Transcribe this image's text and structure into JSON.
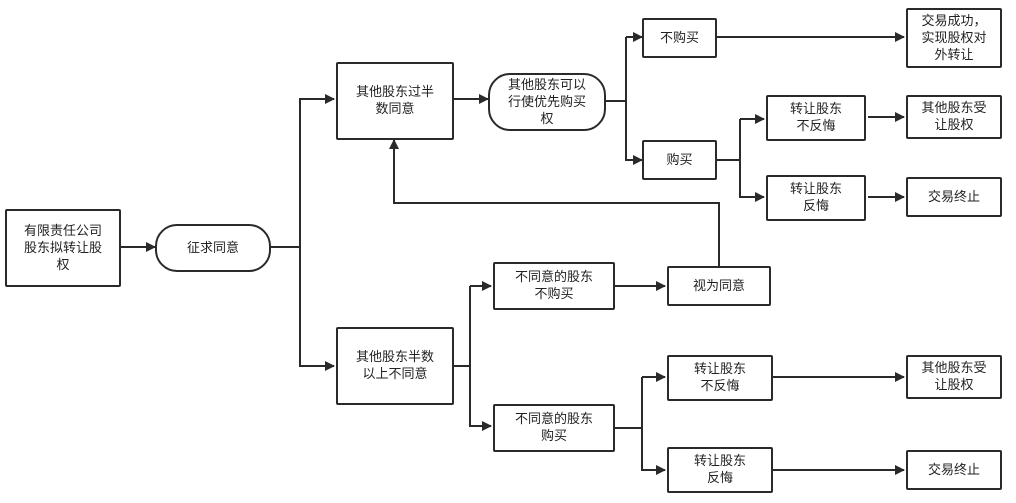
{
  "nodes": {
    "start": "有限责任公司\n股东拟转让股\n权",
    "consult": "征求同意",
    "majority_agree": "其他股东过半\n数同意",
    "preemptive": "其他股东可以\n行使优先购买\n权",
    "not_buy": "不购买",
    "buy": "购买",
    "success": "交易成功，\n实现股权对\n外转让",
    "no_regret_1": "转让股东\n不反悔",
    "regret_1": "转让股东\n反悔",
    "transfer_1": "其他股东受\n让股权",
    "terminate_1": "交易终止",
    "majority_disagree": "其他股东半数\n以上不同意",
    "dissent_not_buy": "不同意的股东\n不购买",
    "deemed_agree": "视为同意",
    "dissent_buy": "不同意的股东\n购买",
    "no_regret_2": "转让股东\n不反悔",
    "regret_2": "转让股东\n反悔",
    "transfer_2": "其他股东受\n让股权",
    "terminate_2": "交易终止"
  },
  "colors": {
    "stroke": "#2a2a2a",
    "text": "#222222",
    "background": "#ffffff"
  }
}
